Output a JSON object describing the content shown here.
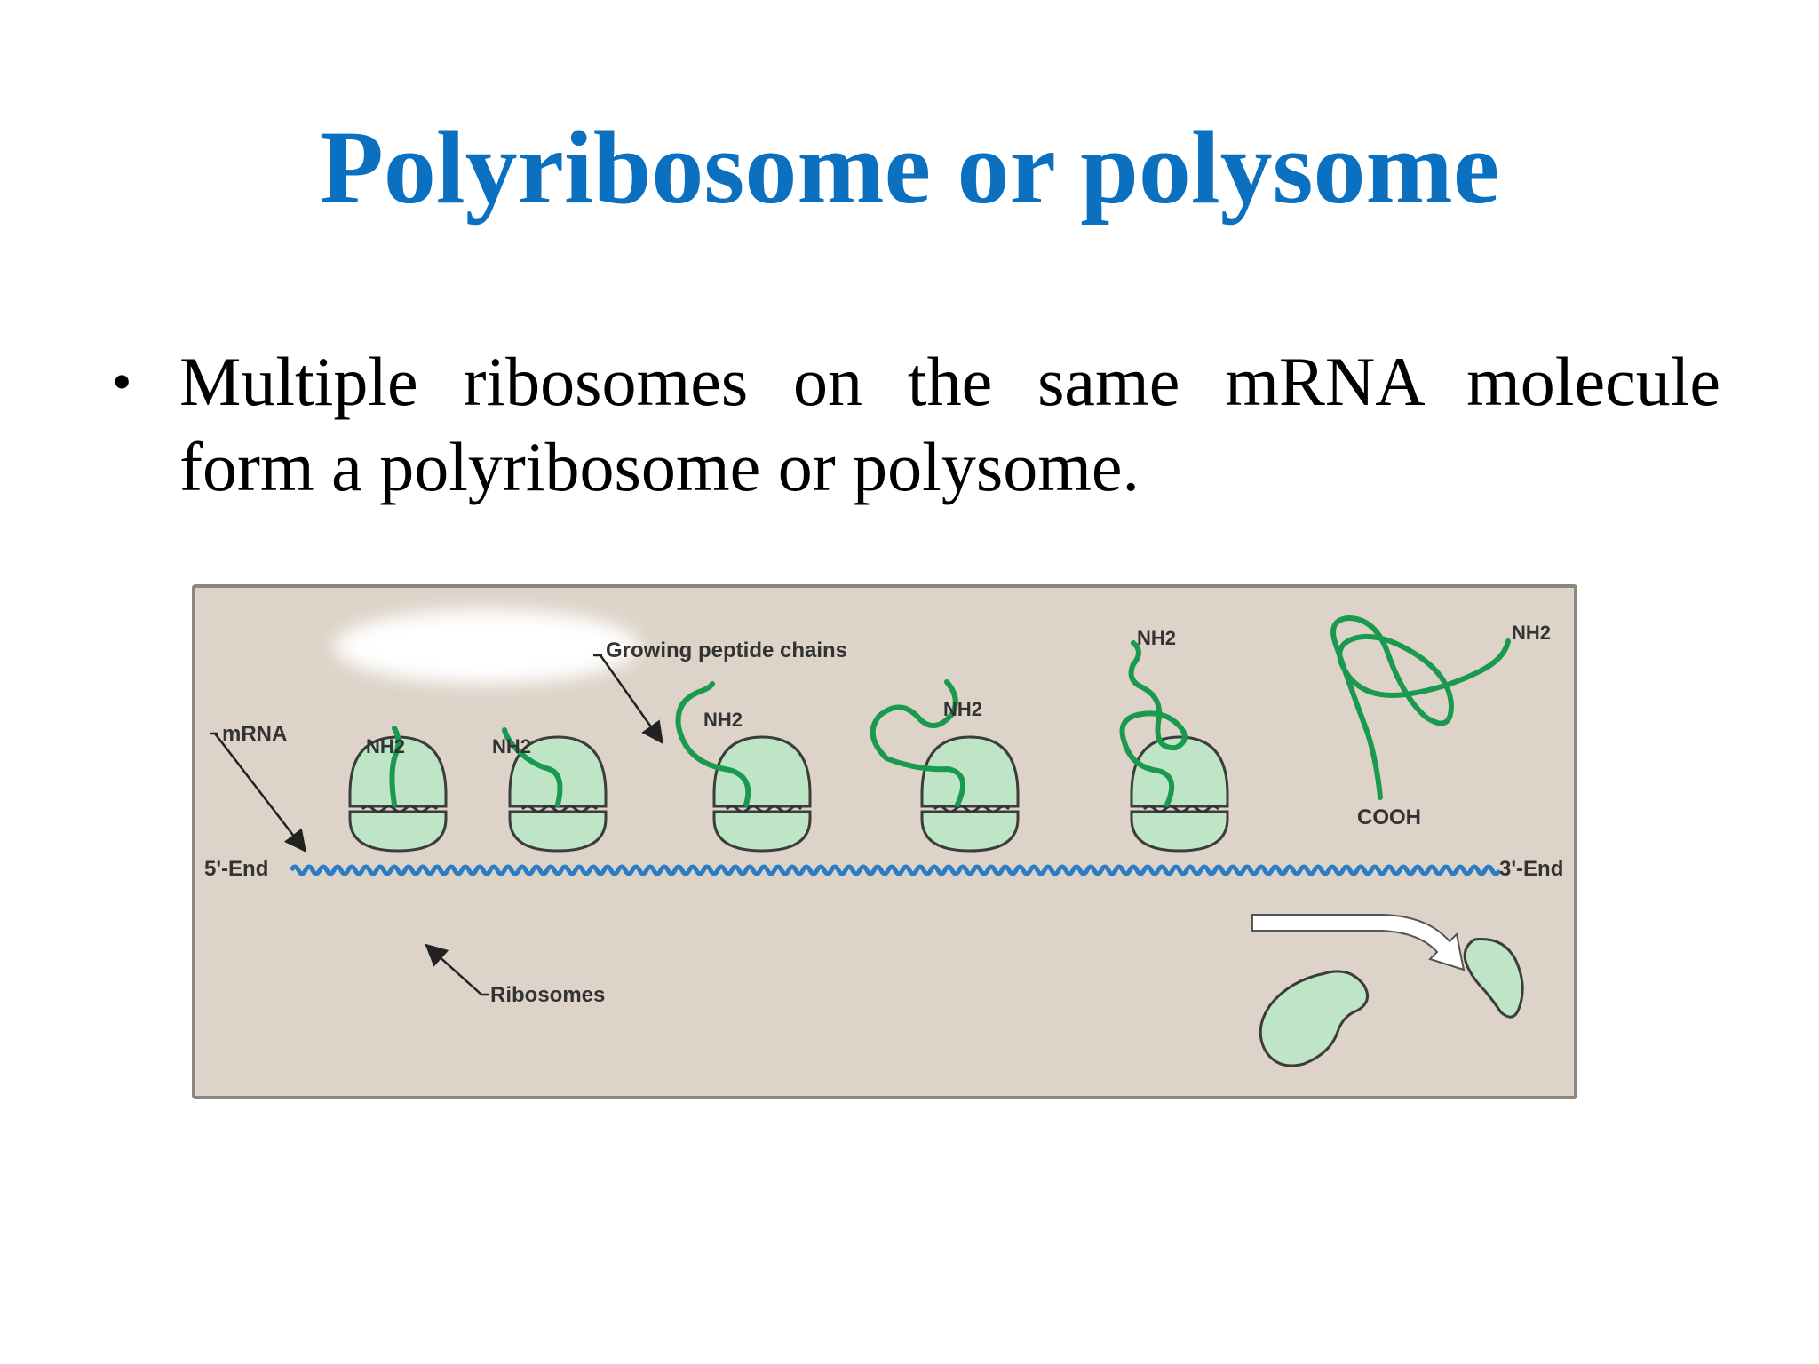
{
  "slide": {
    "title": "Polyribosome or polysome",
    "bullet": {
      "symbol": "•",
      "line1": "Multiple ribosomes on the same mRNA molecule",
      "line2": "form a polyribosome or polysome."
    }
  },
  "diagram": {
    "labels": {
      "mrna": "mRNA",
      "five_end": "5'-End",
      "three_end": "3'-End",
      "growing_chains": "Growing peptide chains",
      "ribosomes": "Ribosomes",
      "nh2": "NH2",
      "cooh": "COOH"
    },
    "colors": {
      "background": "#ddd3c8",
      "ribosome_fill": "#bfe5c7",
      "ribosome_stroke": "#3c3c3c",
      "peptide": "#1a9a4e",
      "mrna": "#2a7cc4",
      "title": "#0a70bf"
    },
    "icons": [
      "ribosome-icon",
      "peptide-chain-icon",
      "mrna-strand-icon",
      "release-arrow-icon"
    ]
  }
}
